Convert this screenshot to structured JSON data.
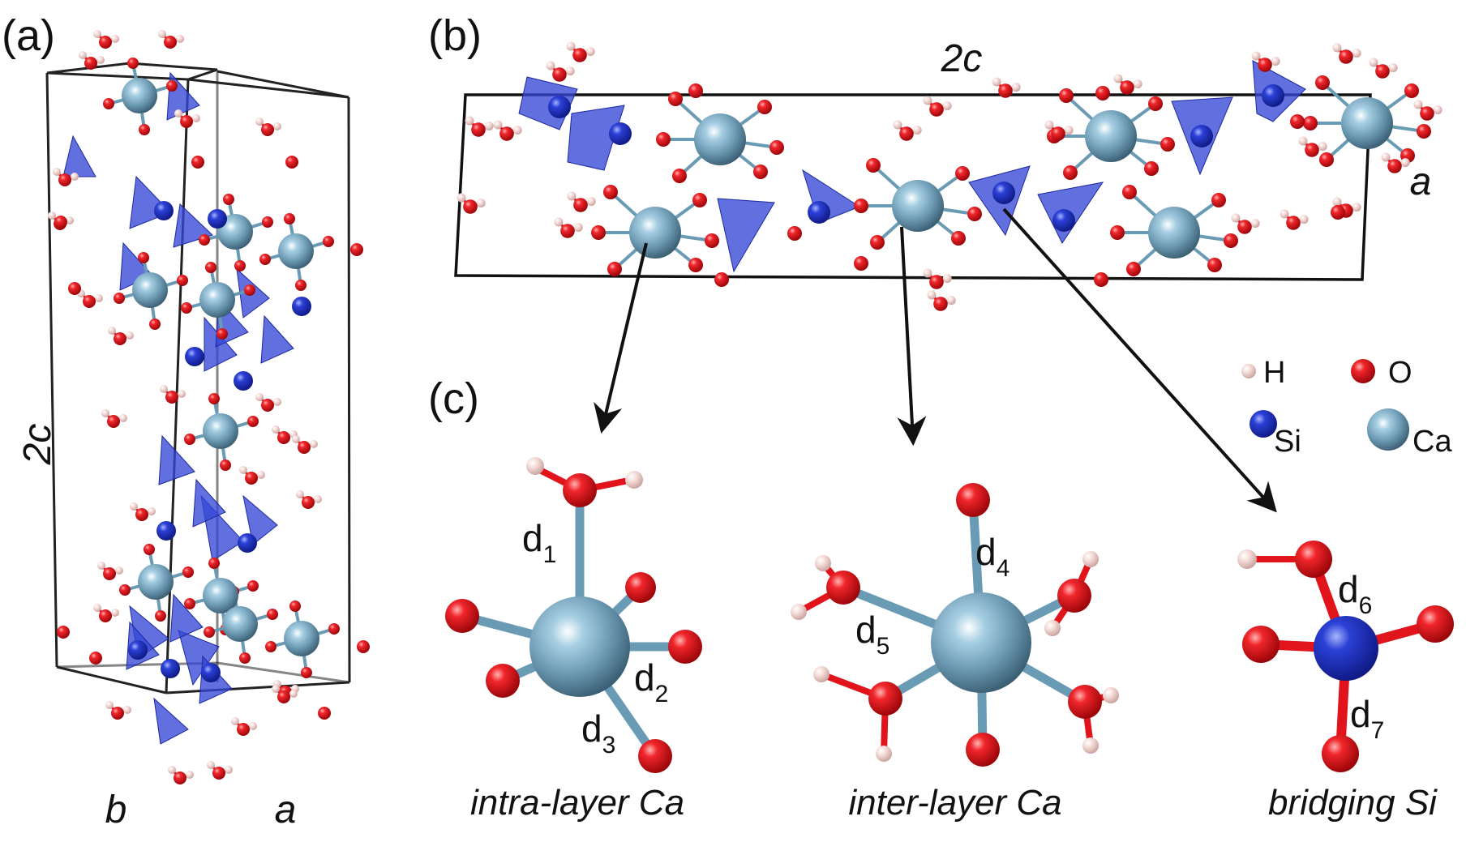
{
  "panels": {
    "a": {
      "label": "(a)",
      "axis_vertical": "2c",
      "axis_b": "b",
      "axis_a": "a"
    },
    "b": {
      "label": "(b)",
      "axis_top": "2c",
      "axis_right": "a"
    },
    "c": {
      "label": "(c)"
    }
  },
  "legend": {
    "h": "H",
    "o": "O",
    "si": "Si",
    "ca": "Ca"
  },
  "details": {
    "intra": {
      "caption": "intra-layer Ca",
      "d1": "1",
      "d2": "2",
      "d3": "3"
    },
    "inter": {
      "caption": "inter-layer Ca",
      "d4": "4",
      "d5": "5"
    },
    "bridging": {
      "caption": "bridging Si",
      "d6": "6",
      "d7": "7"
    },
    "d_letter": "d"
  },
  "colors": {
    "oxygen": "#e0141a",
    "hydrogen": "#f3d6d2",
    "silicon": "#2637c9",
    "calcium": "#6c9ab3",
    "tetrahedron": "#3447d6",
    "bond_ca": "#6a9bb5",
    "bond_si": "#2637c9"
  }
}
